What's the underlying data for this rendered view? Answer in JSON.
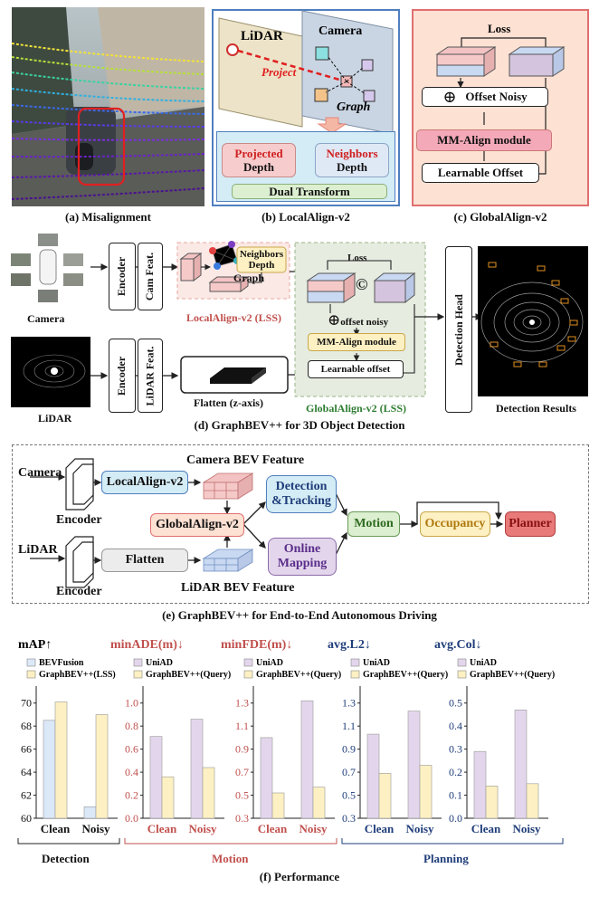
{
  "panel_a": {
    "caption": "(a) Misalignment"
  },
  "panel_b": {
    "caption": "(b) LocalAlign-v2",
    "lidar": "LiDAR",
    "camera": "Camera",
    "project": "Project",
    "graph": "Graph",
    "projected_depth": [
      "Projected",
      "Depth"
    ],
    "neighbors_depth": [
      "Neighbors",
      "Depth"
    ],
    "dual_transform": "Dual Transform"
  },
  "panel_c": {
    "caption": "(c) GlobalAlign-v2",
    "loss": "Loss",
    "offset_noisy": "Offset Noisy",
    "mm_align": "MM-Align module",
    "learnable_offset": "Learnable Offset",
    "oplus": "⊕"
  },
  "panel_d": {
    "caption": "(d) GraphBEV++ for 3D Object Detection",
    "camera": "Camera",
    "lidar": "LiDAR",
    "encoder": "Encoder",
    "cam_feat": "Cam Feat.",
    "lidar_feat": "LiDAR Feat.",
    "graph": "Graph",
    "neighbors_depth": [
      "Neighbors",
      "Depth"
    ],
    "localalign_label": "LocalAlign-v2 (LSS)",
    "flatten": "Flatten (z-axis)",
    "loss": "Loss",
    "copyright": "©",
    "oplus": "⊕",
    "offset_noisy": "offset noisy",
    "mm_align": "MM-Align module",
    "learnable_offset": "Learnable offset",
    "globalalign_label": "GlobalAlign-v2 (LSS)",
    "detection_head": "Detection Head",
    "detection_results": "Detection Results"
  },
  "panel_e": {
    "caption": "(e) GraphBEV++ for End-to-End Autonomous Driving",
    "camera": "Camera",
    "lidar": "LiDAR",
    "encoder": "Encoder",
    "localalign": "LocalAlign-v2",
    "flatten": "Flatten",
    "camera_bev": "Camera BEV Feature",
    "lidar_bev": "LiDAR BEV Feature",
    "globalalign": "GlobalAlign-v2",
    "detection_tracking": [
      "Detection",
      "&Tracking"
    ],
    "online_mapping": [
      "Online",
      "Mapping"
    ],
    "motion": "Motion",
    "occupancy": "Occupancy",
    "planner": "Planner"
  },
  "panel_f": {
    "caption": "(f) Performance",
    "groups": [
      "Detection",
      "Motion",
      "Planning"
    ],
    "colors": {
      "blue": "#dbe8f8",
      "orange": "#fdf0c2",
      "purple": "#e3d6ec",
      "red_title": "#c0504d",
      "blue_title": "#1f3d7a"
    }
  },
  "chart_data": [
    {
      "type": "bar",
      "title": "mAP↑",
      "categories": [
        "Clean",
        "Noisy"
      ],
      "ylim": [
        60,
        71
      ],
      "yticks": [
        "60",
        "62",
        "64",
        "66",
        "68",
        "70"
      ],
      "series": [
        {
          "name": "BEVFusion",
          "values": [
            68.5,
            61.0
          ]
        },
        {
          "name": "GraphBEV++(LSS)",
          "values": [
            70.1,
            69.0
          ]
        }
      ]
    },
    {
      "type": "bar",
      "title": "minADE(m)↓",
      "categories": [
        "Clean",
        "Noisy"
      ],
      "ylim": [
        0,
        1.1
      ],
      "yticks": [
        "0.0",
        "0.2",
        "0.4",
        "0.6",
        "0.8",
        "1.0"
      ],
      "series": [
        {
          "name": "UniAD",
          "values": [
            0.71,
            0.86
          ]
        },
        {
          "name": "GraphBEV++(Query)",
          "values": [
            0.36,
            0.44
          ]
        }
      ]
    },
    {
      "type": "bar",
      "title": "minFDE(m)↓",
      "categories": [
        "Clean",
        "Noisy"
      ],
      "ylim": [
        0.3,
        1.4
      ],
      "yticks": [
        "0.3",
        "0.5",
        "0.7",
        "0.9",
        "1.1",
        "1.3"
      ],
      "series": [
        {
          "name": "UniAD",
          "values": [
            1.0,
            1.32
          ]
        },
        {
          "name": "GraphBEV++(Query)",
          "values": [
            0.52,
            0.57
          ]
        }
      ]
    },
    {
      "type": "bar",
      "title": "avg.L2↓",
      "categories": [
        "Clean",
        "Noisy"
      ],
      "ylim": [
        0.3,
        1.4
      ],
      "yticks": [
        "0.3",
        "0.5",
        "0.7",
        "0.9",
        "1.1",
        "1.3"
      ],
      "series": [
        {
          "name": "UniAD",
          "values": [
            1.03,
            1.23
          ]
        },
        {
          "name": "GraphBEV++(Query)",
          "values": [
            0.69,
            0.76
          ]
        }
      ]
    },
    {
      "type": "bar",
      "title": "avg.Col↓",
      "categories": [
        "Clean",
        "Noisy"
      ],
      "ylim": [
        0,
        0.55
      ],
      "yticks": [
        "0.0",
        "0.1",
        "0.2",
        "0.3",
        "0.4",
        "0.5"
      ],
      "series": [
        {
          "name": "UniAD",
          "values": [
            0.29,
            0.47
          ]
        },
        {
          "name": "GraphBEV++(Query)",
          "values": [
            0.14,
            0.15
          ]
        }
      ]
    }
  ]
}
